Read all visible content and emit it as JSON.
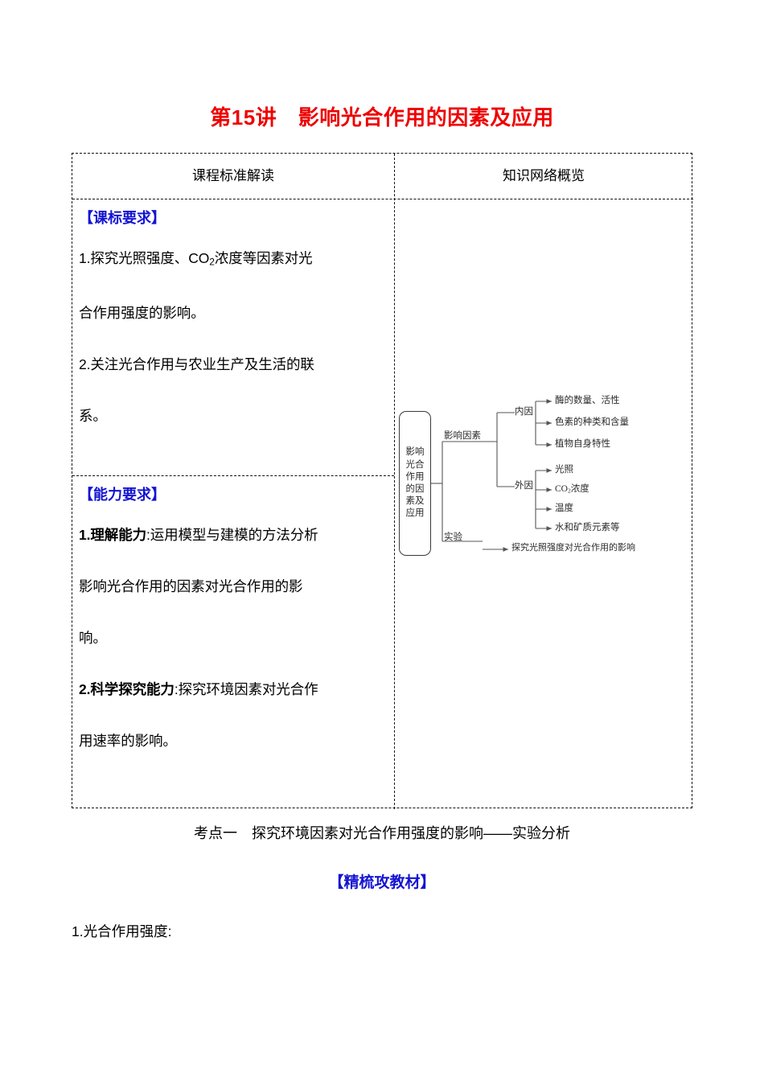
{
  "document": {
    "title": "第15讲　影响光合作用的因素及应用"
  },
  "overview_table": {
    "headers": {
      "left": "课程标准解读",
      "right": "知识网络概览"
    },
    "left_column": {
      "section_1": {
        "heading": "【课标要求】",
        "lines": [
          "1.探究光照强度、CO₂浓度等因素对光",
          "合作用强度的影响。",
          "2.关注光合作用与农业生产及生活的联",
          "系。"
        ],
        "line_1_a": "1.探究光照强度、CO",
        "line_1_sub": "2",
        "line_1_b": "浓度等因素对光",
        "line_2": "合作用强度的影响。",
        "line_3": "2.关注光合作用与农业生产及生活的联",
        "line_4": "系。"
      },
      "section_2": {
        "heading": "【能力要求】",
        "item_1_num": "1.",
        "item_1_bold": "理解能力",
        "item_1_text": ":运用模型与建模的方法分析",
        "item_1_cont": "影响光合作用的因素对光合作用的影",
        "item_1_cont2": "响。",
        "item_2_num": "2.",
        "item_2_bold": "科学探究能力",
        "item_2_text": ":探究环境因素对光合作",
        "item_2_cont": "用速率的影响。"
      }
    }
  },
  "mindmap": {
    "root": "影响光合作用的因素及应用",
    "branch_factors": "影响因素",
    "branch_experiment": "实验",
    "internal": {
      "label": "内因",
      "items": [
        "酶的数量、活性",
        "色素的种类和含量",
        "植物自身特性"
      ]
    },
    "external": {
      "label": "外因",
      "items": [
        "光照",
        "CO₂浓度",
        "温度",
        "水和矿质元素等"
      ],
      "item_co2_a": "CO",
      "item_co2_sub": "2",
      "item_co2_b": "浓度"
    },
    "experiment_item": "探究光照强度对光合作用的影响"
  },
  "sections": {
    "kaodian_1": "考点一　探究环境因素对光合作用强度的影响——实验分析",
    "jingshu": "【精梳攻教材】",
    "item_1": "1.光合作用强度:"
  },
  "colors": {
    "title_red": "#ee0000",
    "heading_blue": "#1414d2",
    "border": "#111111",
    "mindmap_line": "#555555"
  }
}
